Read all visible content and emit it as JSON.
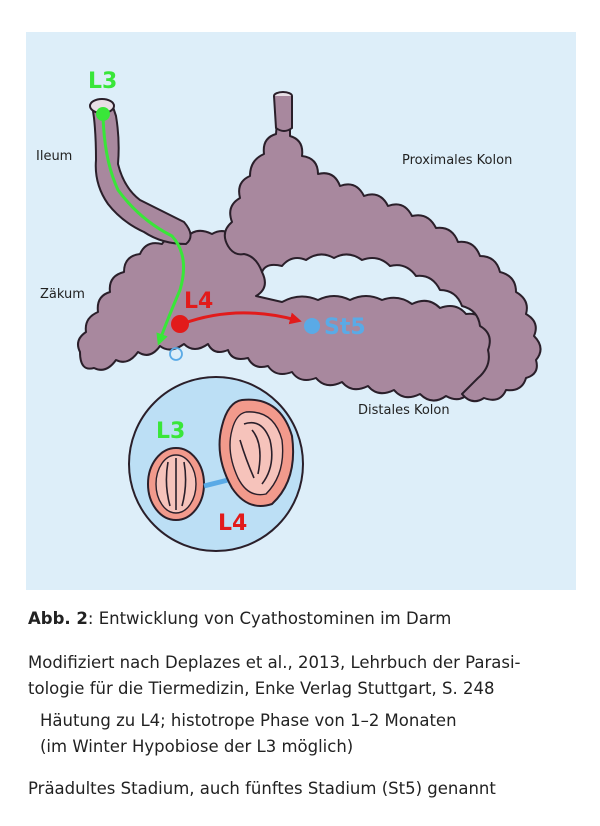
{
  "colors": {
    "background": "#ddeef9",
    "intestine": "#a8889e",
    "l3_green": "#39e639",
    "l4_red": "#e21b1b",
    "st5_blue": "#5aaae6",
    "larva_pink": "#f29a8c"
  },
  "diagram": {
    "labels": {
      "ileum": "Ileum",
      "proximal_colon": "Proximales Kolon",
      "caecum": "Zäkum",
      "distal_colon": "Distales Kolon"
    },
    "stages": {
      "l3": "L3",
      "l4": "L4",
      "st5": "St5"
    },
    "inset": {
      "l3": "L3",
      "l4": "L4"
    }
  },
  "captions": {
    "main_prefix": "Abb. 2",
    "main_text": ": Entwicklung von Cyathostominen im Darm",
    "source_line1": "Modifiziert nach Deplazes et al., 2013, Lehrbuch der Parasi-",
    "source_line2": "tologie für die Tiermedizin, Enke Verlag Stuttgart, S. 248",
    "molt_line1": "Häutung zu L4; histotrope Phase von 1–2 Monaten",
    "molt_line2": "(im Winter Hypobiose der L3 möglich)",
    "adult": "Präadultes Stadium, auch fünftes Stadium (St5) genannt"
  }
}
